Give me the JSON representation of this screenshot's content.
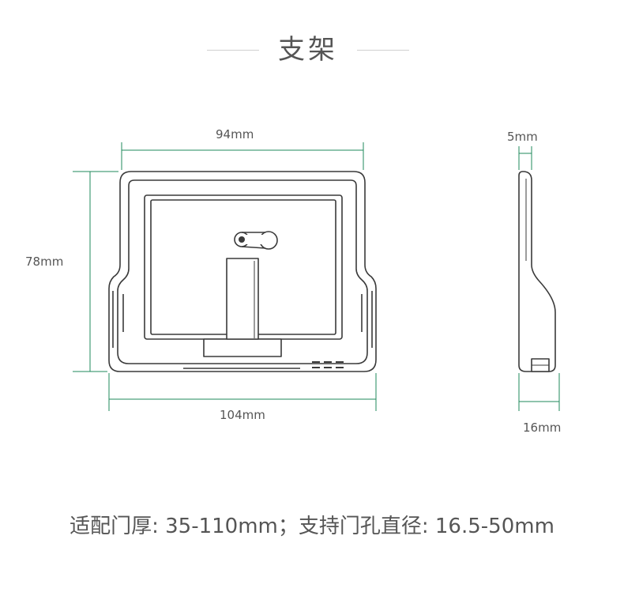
{
  "title": "支架",
  "dimensions": {
    "front_width": "94mm",
    "front_outer_width": "104mm",
    "front_height": "78mm",
    "side_top_thickness": "5mm",
    "side_depth": "16mm"
  },
  "caption": "适配门厚: 35-110mm；支持门孔直径: 16.5-50mm",
  "colors": {
    "dimension_line": "#1f8a5b",
    "outline": "#3a3a3a",
    "text": "#555555"
  }
}
